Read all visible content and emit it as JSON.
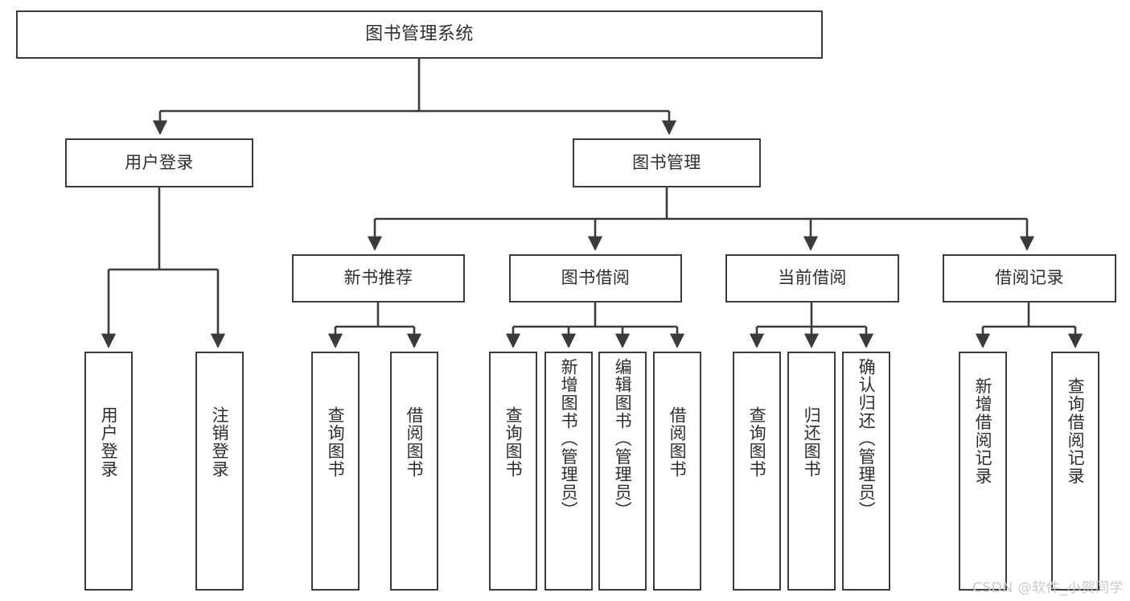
{
  "diagram": {
    "type": "tree",
    "title": "图书管理系统",
    "orientation": "top-down",
    "colors": {
      "box_border": "#3b3b3b",
      "box_fill": "#ffffff",
      "connector": "#3b3b3b",
      "text": "#2e2e2e",
      "background": "#ffffff",
      "watermark": "#c9c9c9"
    },
    "nodes": {
      "root": {
        "label": "图书管理系统"
      },
      "level2": [
        {
          "id": "user-login",
          "label": "用户登录"
        },
        {
          "id": "book-management",
          "label": "图书管理"
        }
      ],
      "level3": [
        {
          "id": "new-book-recommend",
          "label": "新书推荐"
        },
        {
          "id": "book-borrow",
          "label": "图书借阅"
        },
        {
          "id": "current-borrow",
          "label": "当前借阅"
        },
        {
          "id": "borrow-record",
          "label": "借阅记录"
        }
      ],
      "leaves": {
        "user-login": [
          {
            "id": "leaf-user-login",
            "label": "用户登录"
          },
          {
            "id": "leaf-user-logout",
            "label": "注销登录"
          }
        ],
        "new-book-recommend": [
          {
            "id": "leaf-query-book-1",
            "label": "查询图书"
          },
          {
            "id": "leaf-borrow-book-1",
            "label": "借阅图书"
          }
        ],
        "book-borrow": [
          {
            "id": "leaf-query-book-2",
            "label": "查询图书"
          },
          {
            "id": "leaf-add-book",
            "label": "新增图书（管理员）"
          },
          {
            "id": "leaf-edit-book",
            "label": "编辑图书（管理员）"
          },
          {
            "id": "leaf-borrow-book-2",
            "label": "借阅图书"
          }
        ],
        "current-borrow": [
          {
            "id": "leaf-query-book-3",
            "label": "查询图书"
          },
          {
            "id": "leaf-return-book",
            "label": "归还图书"
          },
          {
            "id": "leaf-confirm-return",
            "label": "确认归还（管理员）"
          }
        ],
        "borrow-record": [
          {
            "id": "leaf-add-record",
            "label": "新增借阅记录"
          },
          {
            "id": "leaf-query-record",
            "label": "查询借阅记录"
          }
        ]
      }
    },
    "edges": [
      {
        "from": "图书管理系统",
        "to": "用户登录"
      },
      {
        "from": "图书管理系统",
        "to": "图书管理"
      },
      {
        "from": "图书管理",
        "to": "新书推荐"
      },
      {
        "from": "图书管理",
        "to": "图书借阅"
      },
      {
        "from": "图书管理",
        "to": "当前借阅"
      },
      {
        "from": "图书管理",
        "to": "借阅记录"
      },
      {
        "from": "用户登录",
        "to": "用户登录"
      },
      {
        "from": "用户登录",
        "to": "注销登录"
      },
      {
        "from": "新书推荐",
        "to": "查询图书"
      },
      {
        "from": "新书推荐",
        "to": "借阅图书"
      },
      {
        "from": "图书借阅",
        "to": "查询图书"
      },
      {
        "from": "图书借阅",
        "to": "新增图书（管理员）"
      },
      {
        "from": "图书借阅",
        "to": "编辑图书（管理员）"
      },
      {
        "from": "图书借阅",
        "to": "借阅图书"
      },
      {
        "from": "当前借阅",
        "to": "查询图书"
      },
      {
        "from": "当前借阅",
        "to": "归还图书"
      },
      {
        "from": "当前借阅",
        "to": "确认归还（管理员）"
      },
      {
        "from": "借阅记录",
        "to": "新增借阅记录"
      },
      {
        "from": "借阅记录",
        "to": "查询借阅记录"
      }
    ]
  },
  "watermark": {
    "text": "CSDN @软件_小贺同学"
  }
}
